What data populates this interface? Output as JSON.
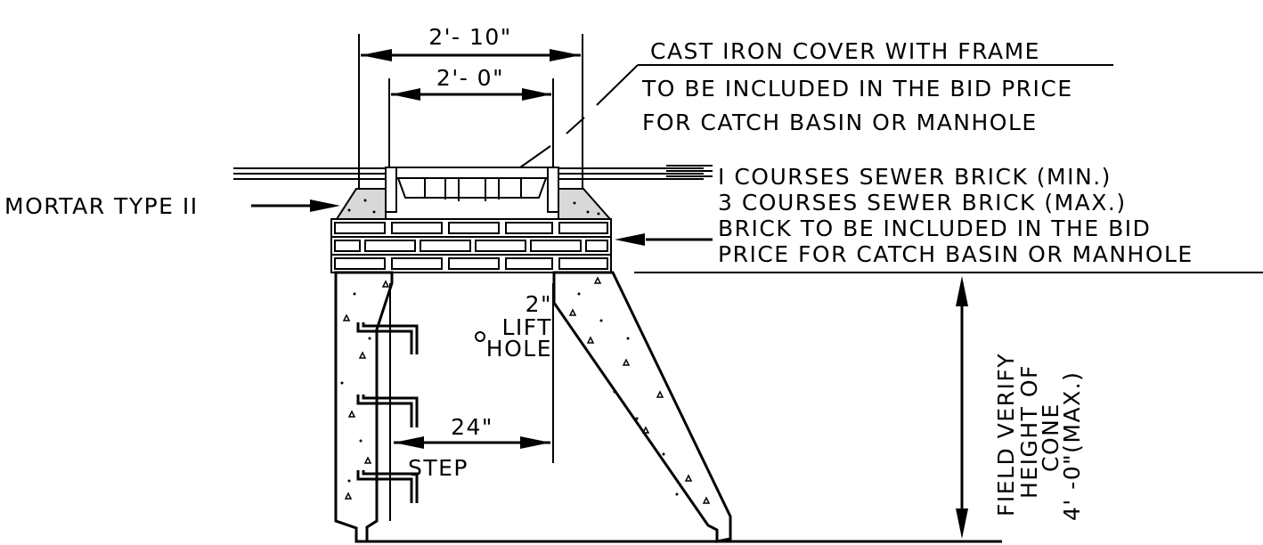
{
  "dimensions": {
    "outer_width": "2'- 10\"",
    "inner_width": "2'- 0\"",
    "step_spacing": "24\"",
    "lift_hole_size": "2\""
  },
  "labels": {
    "cover_line1": "CAST IRON COVER WITH FRAME",
    "cover_line2": "TO BE INCLUDED IN THE BID PRICE",
    "cover_line3": "FOR CATCH BASIN OR MANHOLE",
    "mortar": "MORTAR TYPE II",
    "brick_line1": "I COURSES SEWER BRICK  (MIN.)",
    "brick_line2": "3 COURSES SEWER BRICK  (MAX.)",
    "brick_line3": "BRICK TO BE INCLUDED IN THE BID",
    "brick_line4": "PRICE FOR CATCH BASIN OR MANHOLE",
    "lift_hole_line1": "LIFT",
    "lift_hole_line2": "HOLE",
    "step": "STEP",
    "height_line1": "FIELD VERIFY",
    "height_line2": "HEIGHT OF",
    "height_line3": "CONE",
    "height_line4": "4' -0\"(MAX.)"
  }
}
